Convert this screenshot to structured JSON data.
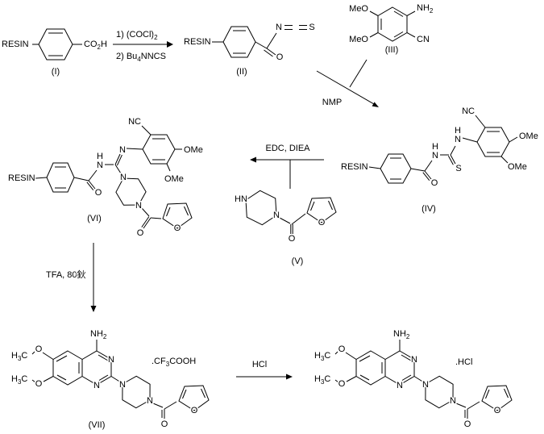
{
  "scheme": {
    "compound_labels": {
      "i": "(I)",
      "ii": "(II)",
      "iii": "(III)",
      "iv": "(IV)",
      "v": "(V)",
      "vi": "(VI)",
      "vii": "(VII)"
    },
    "reagents": {
      "step1_line1": "1) (COCl)",
      "step1_line1_sub": "2",
      "step1_line2_pre": "2) Bu",
      "step1_line2_sub": "4",
      "step1_line2_post": "NNCS",
      "step2": "NMP",
      "step3": "EDC, DIEA",
      "step4_pre": "TFA, 80",
      "step4_glyph": "鈥",
      "step5": "HCl"
    },
    "salts": {
      "tfa_pre": ".CF",
      "tfa_sub": "3",
      "tfa_post": "COOH",
      "hcl": ".HCl"
    },
    "atoms": {
      "resin": "RESIN",
      "co": "CO",
      "h": "H",
      "c": "C",
      "n": "N",
      "o": "O",
      "s": "S",
      "hn": "HN",
      "nh": "NH",
      "meo": "MeO",
      "ome": "OMe",
      "nc": "NC",
      "cn": "CN",
      "sub2": "2",
      "sub3": "3",
      "sub4": "4"
    }
  }
}
